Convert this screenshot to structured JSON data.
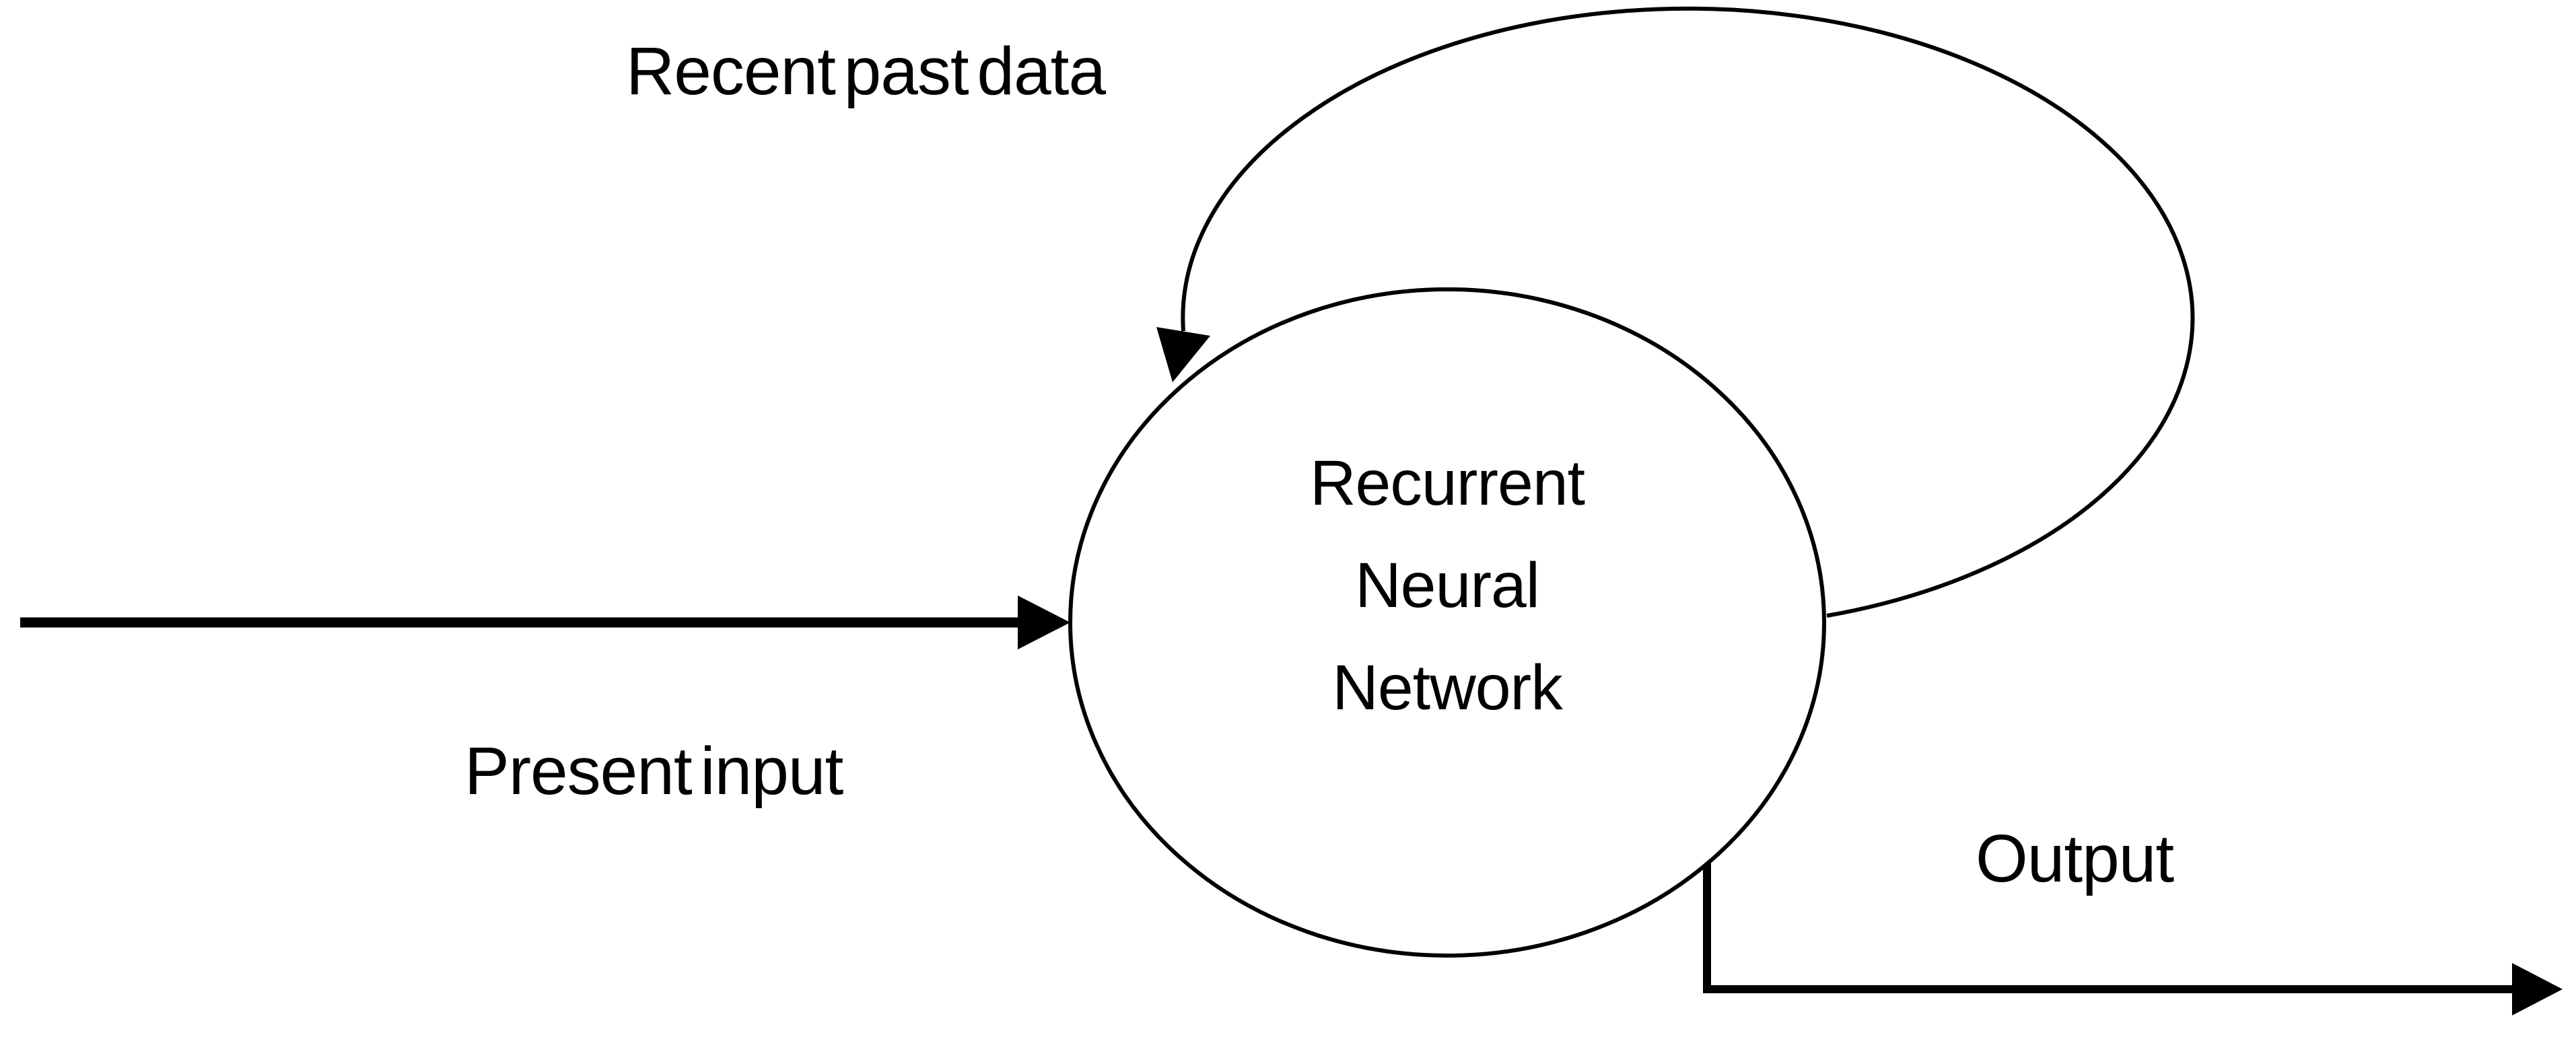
{
  "diagram": {
    "type": "flow-diagram",
    "node": {
      "label_lines": [
        "Recurrent",
        "Neural",
        "Network"
      ]
    },
    "labels": {
      "feedback": "Recent past data",
      "input": "Present input",
      "output": "Output"
    },
    "colors": {
      "line": "#000000",
      "background": "#ffffff"
    }
  }
}
